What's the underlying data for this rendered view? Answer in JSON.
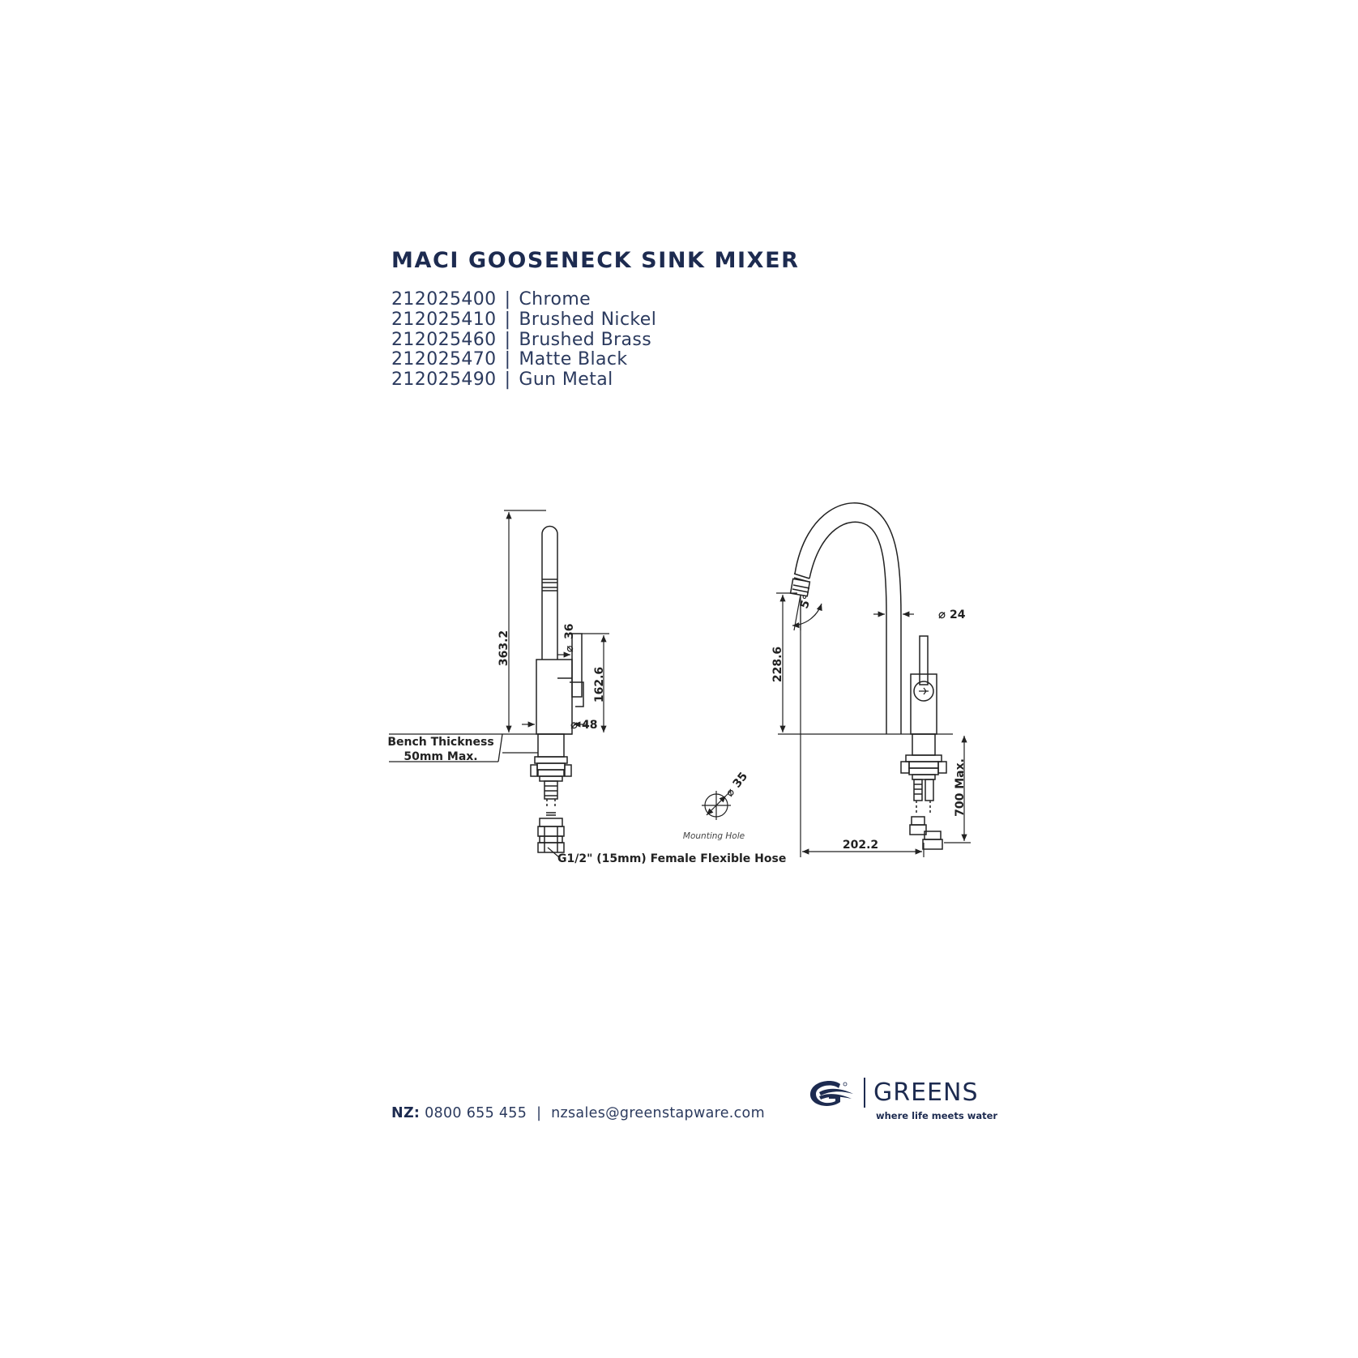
{
  "document": {
    "title": "MACI GOOSENECK SINK MIXER",
    "variants": [
      {
        "code": "212025400",
        "finish": "Chrome"
      },
      {
        "code": "212025410",
        "finish": "Brushed Nickel"
      },
      {
        "code": "212025460",
        "finish": "Brushed Brass"
      },
      {
        "code": "212025470",
        "finish": "Matte Black"
      },
      {
        "code": "212025490",
        "finish": "Gun Metal"
      }
    ],
    "separator": "|"
  },
  "drawing": {
    "dim_total_height": "363.2",
    "dim_lever_height": "162.6",
    "dim_spout_dia": "36",
    "dim_body_dia": "48",
    "bench_label_1": "Bench Thickness",
    "bench_label_2": "50mm Max.",
    "hose_label": "G1/2\" (15mm) Female Flexible Hose",
    "mounting_dia": "35",
    "mounting_label": "Mounting Hole",
    "dim_spout_height": "228.6",
    "angle_label": "5°",
    "dim_goose_dia": "24",
    "dim_hose_length": "700 Max.",
    "dim_reach": "202.2",
    "dia_symbol": "⌀"
  },
  "footer": {
    "region_label": "NZ:",
    "phone": "0800 655 455",
    "separator": "|",
    "email": "nzsales@greenstapware.com"
  },
  "brand": {
    "name": "GREENS",
    "tagline": "where life meets water",
    "logo_icon": "greens-wave-logo-icon",
    "color": "#1d2b50"
  }
}
